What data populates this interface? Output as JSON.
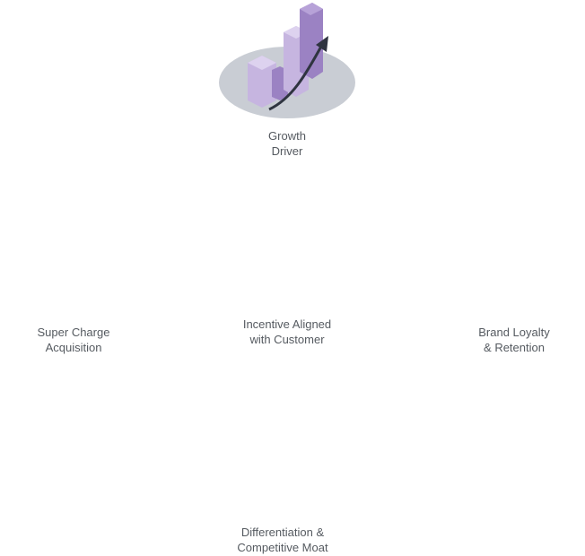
{
  "nodes": {
    "growth": {
      "line1": "Growth",
      "line2": "Driver"
    },
    "acquisition": {
      "line1": "Super Charge",
      "line2": "Acquisition"
    },
    "center": {
      "line1": "Incentive Aligned",
      "line2": "with Customer"
    },
    "loyalty": {
      "line1": "Brand Loyalty",
      "line2": "& Retention"
    },
    "differentiation": {
      "line1": "Differentiation &",
      "line2": "Competitive Moat"
    }
  },
  "colors": {
    "arrow": "#3d97b0",
    "platform": "#c9cdd4",
    "accent": "#9b82c3",
    "accent_light": "#c6b5e0",
    "dark": "#3a3a42",
    "text": "#555a60"
  }
}
